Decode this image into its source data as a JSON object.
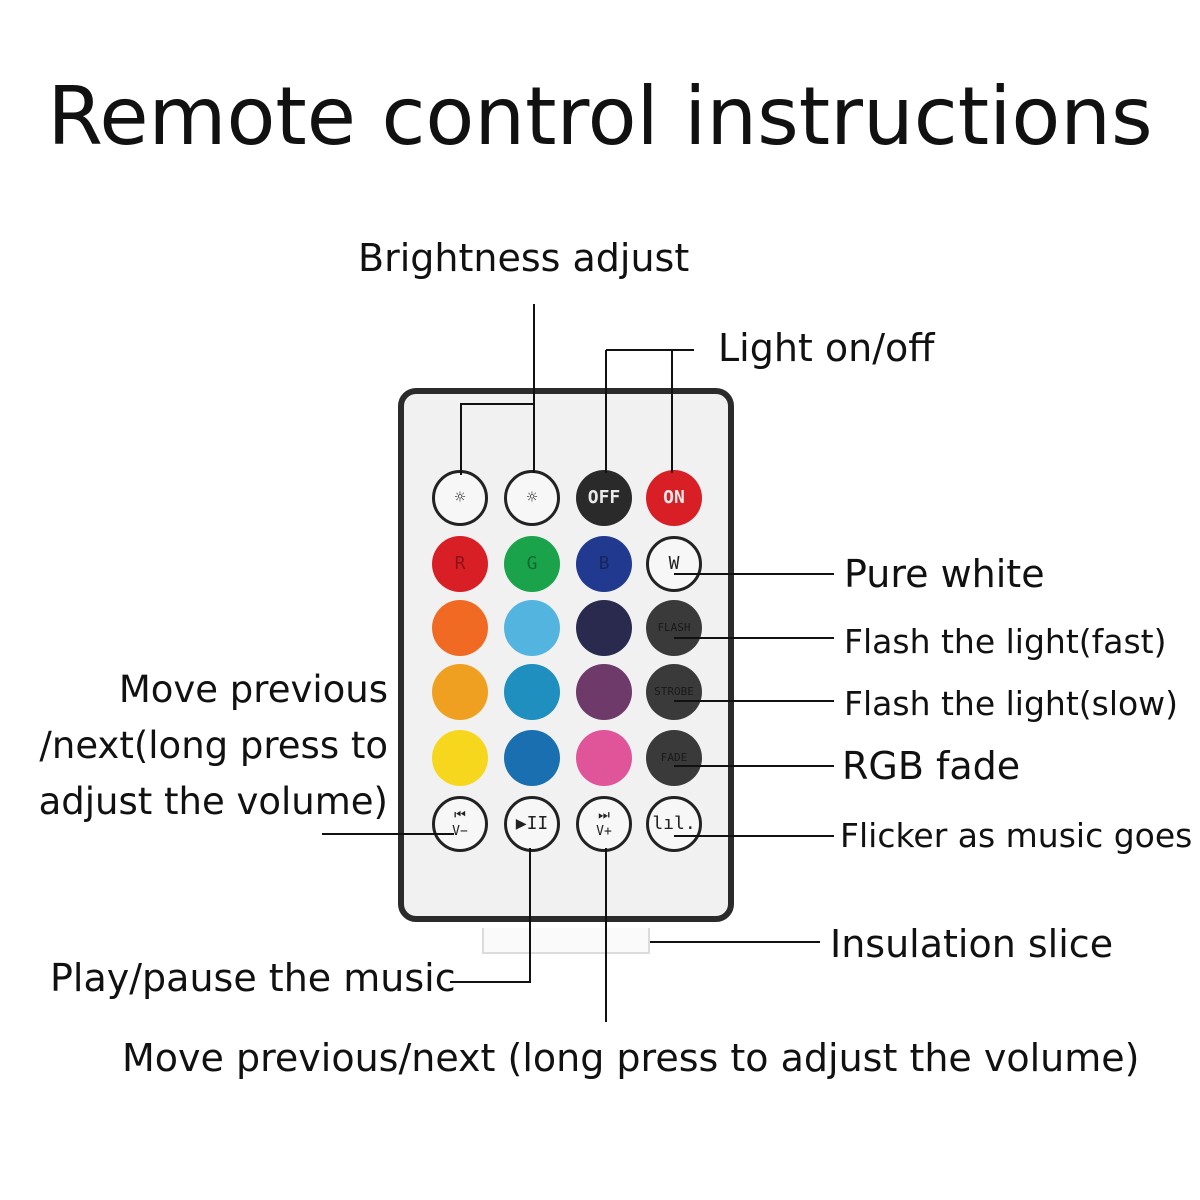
{
  "title": "Remote control instructions",
  "labels": {
    "brightness": "Brightness adjust",
    "light_onoff": "Light on/off",
    "pure_white": "Pure white",
    "flash_fast": "Flash the light(fast)",
    "flash_slow": "Flash the light(slow)",
    "rgb_fade": "RGB fade",
    "flicker_music": "Flicker as music goes",
    "insulation": "Insulation slice",
    "play_pause": "Play/pause the music",
    "move_prev_next_bottom": "Move previous/next (long press to adjust the volume)",
    "move_prev_next_left": "Move previous\n/next(long press to\nadjust the volume)"
  },
  "buttons": {
    "row1": [
      {
        "name": "brightness-up-button",
        "text": "☼",
        "style": "outline"
      },
      {
        "name": "brightness-down-button",
        "text": "☼",
        "style": "outline"
      },
      {
        "name": "off-button",
        "text": "OFF",
        "color": "#2a2a2a",
        "style": "dark"
      },
      {
        "name": "on-button",
        "text": "ON",
        "color": "#d81f26",
        "style": "dark"
      }
    ],
    "row2": [
      {
        "name": "red-button",
        "text": "R",
        "color": "#d81f26",
        "style": "color"
      },
      {
        "name": "green-button",
        "text": "G",
        "color": "#1aa34a",
        "style": "color"
      },
      {
        "name": "blue-button",
        "text": "B",
        "color": "#213a8f",
        "style": "color"
      },
      {
        "name": "white-button",
        "text": "W",
        "style": "outline"
      }
    ],
    "row3": [
      {
        "name": "orange-button",
        "text": "",
        "color": "#f06a24",
        "style": "color"
      },
      {
        "name": "light-blue-button",
        "text": "",
        "color": "#53b4e0",
        "style": "color"
      },
      {
        "name": "navy-button",
        "text": "",
        "color": "#2a2a4e",
        "style": "color"
      },
      {
        "name": "flash-button",
        "text": "FLASH",
        "color": "#3a3a3a",
        "style": "color"
      }
    ],
    "row4": [
      {
        "name": "amber-button",
        "text": "",
        "color": "#f0a020",
        "style": "color"
      },
      {
        "name": "teal-button",
        "text": "",
        "color": "#1e8fbf",
        "style": "color"
      },
      {
        "name": "purple-button",
        "text": "",
        "color": "#6e3a6a",
        "style": "color"
      },
      {
        "name": "strobe-button",
        "text": "STROBE",
        "color": "#3a3a3a",
        "style": "color"
      }
    ],
    "row5": [
      {
        "name": "yellow-button",
        "text": "",
        "color": "#f7d71e",
        "style": "color"
      },
      {
        "name": "deep-blue-button",
        "text": "",
        "color": "#1a6fb0",
        "style": "color"
      },
      {
        "name": "pink-button",
        "text": "",
        "color": "#e0559a",
        "style": "color"
      },
      {
        "name": "fade-button",
        "text": "FADE",
        "color": "#3a3a3a",
        "style": "color"
      }
    ],
    "row6": [
      {
        "name": "previous-volume-down-button",
        "text": "⏮\nV−",
        "style": "outline"
      },
      {
        "name": "play-pause-button",
        "text": "▶II",
        "style": "outline"
      },
      {
        "name": "next-volume-up-button",
        "text": "⏭\nV+",
        "style": "outline"
      },
      {
        "name": "music-mode-button",
        "text": "lıl.",
        "style": "outline"
      }
    ]
  }
}
